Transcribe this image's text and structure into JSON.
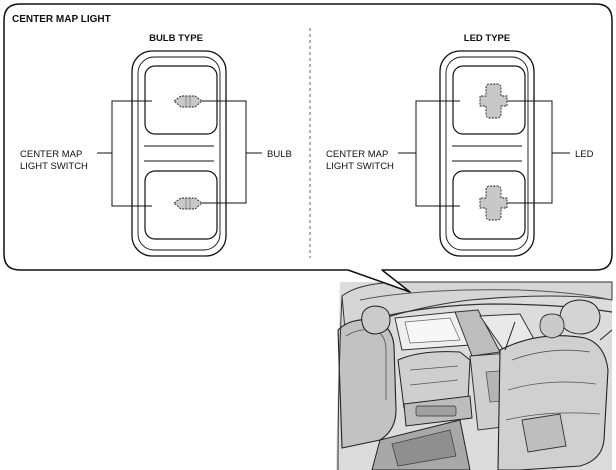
{
  "title": "CENTER MAP LIGHT",
  "bulb_panel": {
    "heading": "BULB TYPE",
    "switch_label_line1": "CENTER MAP",
    "switch_label_line2": "LIGHT SWITCH",
    "lamp_label": "BULB"
  },
  "led_panel": {
    "heading": "LED TYPE",
    "switch_label_line1": "CENTER MAP",
    "switch_label_line2": "LIGHT SWITCH",
    "lamp_label": "LED"
  },
  "illustration": {
    "subject": "vehicle-interior-rear-seats"
  },
  "colors": {
    "line": "#111111",
    "lamp_fill": "#c8c8c8",
    "interior_dark": "#9a9a9a",
    "interior_mid": "#c4c4c4",
    "interior_light": "#e6e6e6"
  }
}
